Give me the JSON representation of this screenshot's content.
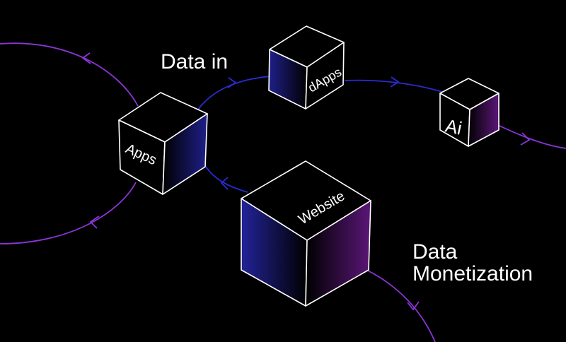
{
  "diagram": {
    "cubes": {
      "apps": "Apps",
      "dapps": "dApps",
      "ai": "Ai",
      "website": "Website"
    },
    "captions": {
      "data_in": "Data in",
      "data_monetization_line1": "Data",
      "data_monetization_line2": "Monetization"
    }
  },
  "colors": {
    "background": "#000000",
    "flow_purple": "#8a35d8",
    "flow_blue": "#2b2bd6",
    "face_dark": "#000000",
    "face_blue": "#1b1b7a",
    "face_purple": "#5a1677",
    "edge_white": "#ffffff"
  }
}
